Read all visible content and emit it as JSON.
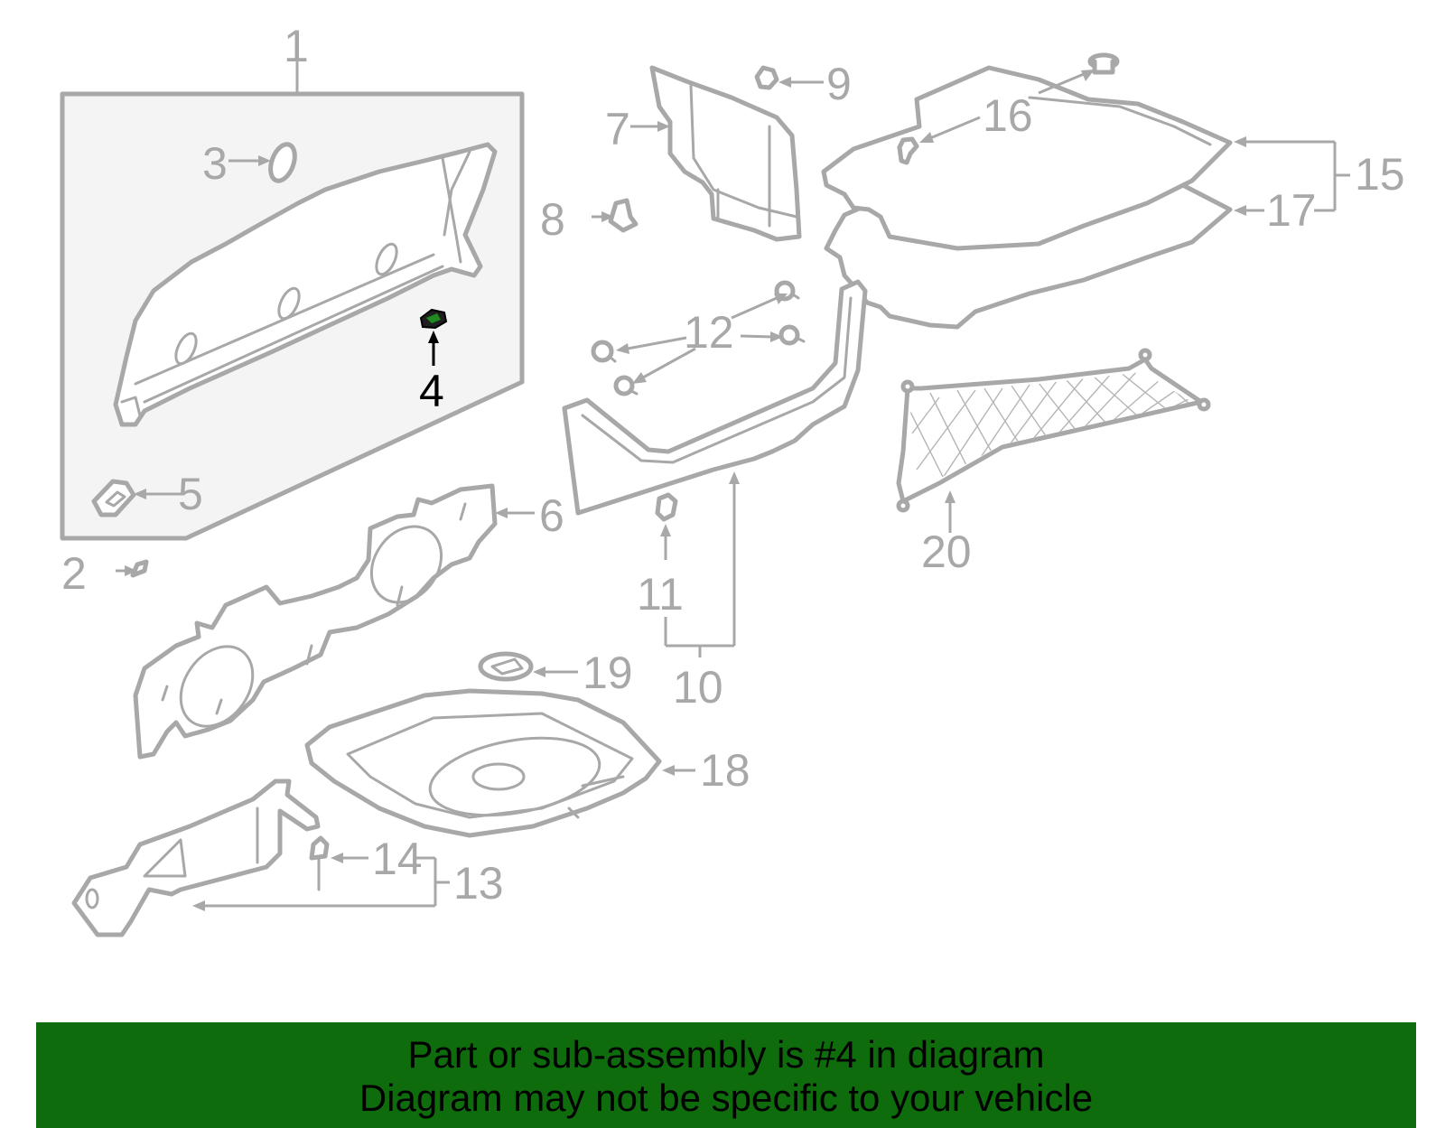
{
  "diagram": {
    "highlighted_part": "4",
    "callouts": {
      "c1": "1",
      "c2": "2",
      "c3": "3",
      "c4": "4",
      "c5": "5",
      "c6": "6",
      "c7": "7",
      "c8": "8",
      "c9": "9",
      "c10": "10",
      "c11": "11",
      "c12": "12",
      "c13": "13",
      "c14": "14",
      "c15": "15",
      "c16": "16",
      "c17": "17",
      "c18": "18",
      "c19": "19",
      "c20": "20"
    },
    "colors": {
      "line": "#a8a8a8",
      "highlight": "#000000",
      "banner": "#0f6c0c"
    }
  },
  "banner": {
    "line1": "Part or sub-assembly is #4 in diagram",
    "line2": "Diagram may not be specific to your vehicle"
  }
}
